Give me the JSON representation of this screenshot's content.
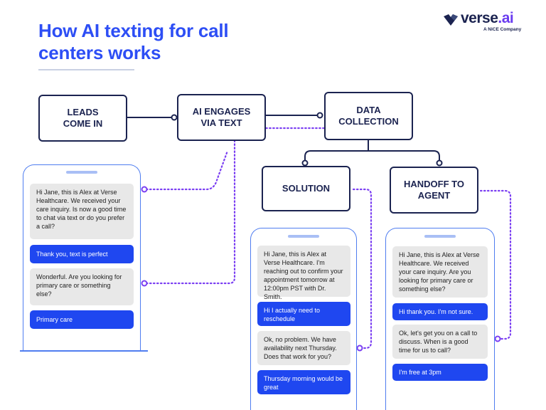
{
  "title": "How AI texting for call centers works",
  "logo": {
    "word": "verse",
    "suffix": ".ai",
    "tagline": "A NiCE Company",
    "mark": "verse-heart-mark-icon"
  },
  "colors": {
    "title": "#2d4ef5",
    "box_border": "#1b2350",
    "connector_dotted": "#7b3ff2",
    "phone_outline": "#4f7df0",
    "bubble_out": "#1f47f0",
    "bubble_in": "#e8e8e8"
  },
  "flow": {
    "leads": "LEADS\nCOME IN",
    "engages": "AI ENGAGES\nVIA TEXT",
    "collection": "DATA\nCOLLECTION",
    "solution": "SOLUTION",
    "handoff": "HANDOFF TO\nAGENT"
  },
  "phone1": {
    "messages": [
      {
        "from": "ai",
        "text": "Hi Jane, this is Alex at Verse Healthcare. We received your care inquiry. Is now a good time to chat via text or do you prefer a call?"
      },
      {
        "from": "user",
        "text": "Thank you, text is perfect"
      },
      {
        "from": "ai",
        "text": "Wonderful. Are you looking for primary care or something else?"
      },
      {
        "from": "user",
        "text": "Primary care"
      }
    ]
  },
  "phone2": {
    "messages": [
      {
        "from": "ai",
        "text": "Hi Jane, this is Alex at Verse Healthcare. I'm reaching out to confirm your appointment tomorrow at 12:00pm PST with Dr. Smith."
      },
      {
        "from": "user",
        "text": "Hi I actually need to reschedule"
      },
      {
        "from": "ai",
        "text": "Ok, no problem. We have availability next Thursday. Does that work for you?"
      },
      {
        "from": "user",
        "text": "Thursday morning would be great"
      }
    ]
  },
  "phone3": {
    "messages": [
      {
        "from": "ai",
        "text": "Hi Jane, this is Alex at Verse Healthcare. We received your care inquiry. Are you looking for primary care or something else?"
      },
      {
        "from": "user",
        "text": "Hi thank you. I'm not sure."
      },
      {
        "from": "ai",
        "text": "Ok, let's get you on a call to discuss. When is a good time for us to call?"
      },
      {
        "from": "user",
        "text": "I'm free at 3pm"
      }
    ]
  }
}
